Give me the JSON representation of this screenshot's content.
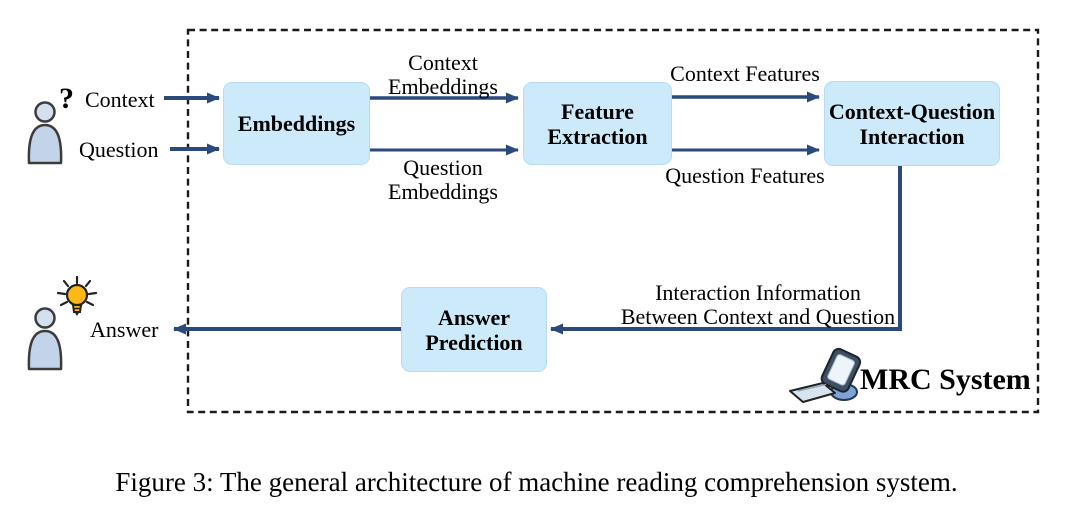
{
  "figure": {
    "caption": "Figure 3: The general architecture of machine reading comprehension system."
  },
  "diagram": {
    "system": {
      "label": "MRC System"
    },
    "actors": {
      "question_mark": "?",
      "context": "Context",
      "question": "Question",
      "answer": "Answer"
    },
    "modules": {
      "embeddings": "Embeddings",
      "feature_extraction": "Feature\nExtraction",
      "context_question_interaction": "Context-Question\nInteraction",
      "answer_prediction": "Answer\nPrediction"
    },
    "flows": {
      "context_embeddings": "Context\nEmbeddings",
      "question_embeddings": "Question\nEmbeddings",
      "context_features": "Context Features",
      "question_features": "Question Features",
      "interaction_information": "Interaction Information\nBetween Context and Question"
    },
    "colors": {
      "module_fill": "#cdeafb",
      "module_border": "#b4dcf5",
      "arrow": "#2a4a7c",
      "boundary": "#1a1a1a",
      "bulb": "#fdb913",
      "person": "#c3d4e8"
    }
  }
}
